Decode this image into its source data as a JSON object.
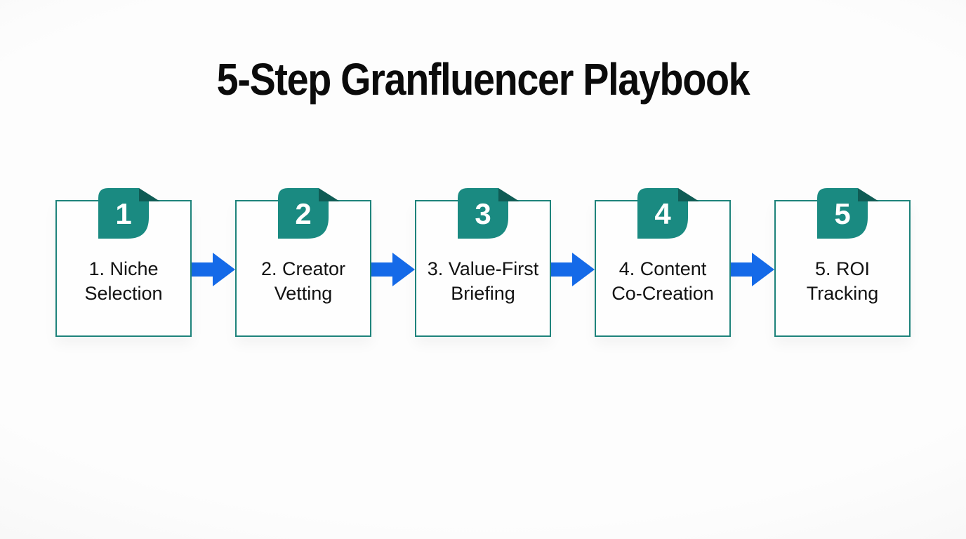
{
  "title": "5-Step Granfluencer Playbook",
  "colors": {
    "badge_teal": "#1a8a81",
    "fold_dark_teal": "#0f5c55",
    "box_border_teal": "#1e837b",
    "arrow_blue": "#156ae8",
    "title_text": "#0b0b0b",
    "label_text": "#121212",
    "background": "#fdfdfd"
  },
  "steps": [
    {
      "number": "1",
      "line1": "1. Niche",
      "line2": "Selection"
    },
    {
      "number": "2",
      "line1": "2. Creator",
      "line2": "Vetting"
    },
    {
      "number": "3",
      "line1": "3. Value-First",
      "line2": "Briefing"
    },
    {
      "number": "4",
      "line1": "4. Content",
      "line2": "Co-Creation"
    },
    {
      "number": "5",
      "line1": "5. ROI",
      "line2": "Tracking"
    }
  ]
}
